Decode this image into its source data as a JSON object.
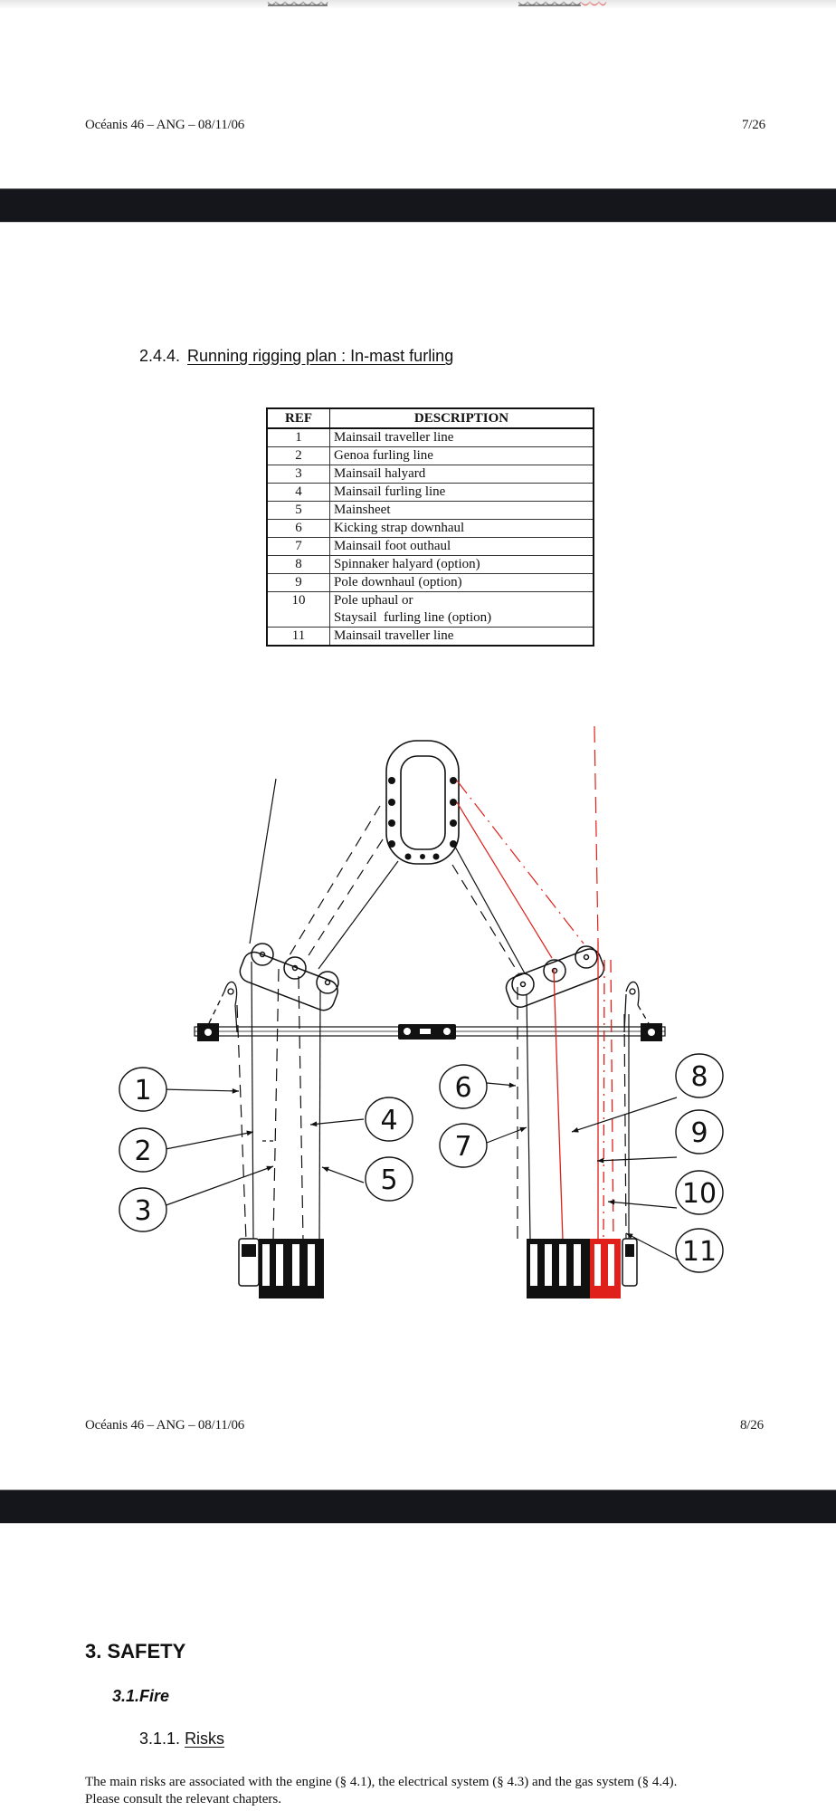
{
  "document": {
    "pages": [
      {
        "footer": {
          "left": "Océanis 46 – ANG – 08/11/06",
          "right": "7/26"
        }
      },
      {
        "section": {
          "number": "2.4.4.",
          "title": "Running rigging plan : In-mast furling"
        },
        "table": {
          "headers": {
            "ref": "REF",
            "description": "DESCRIPTION"
          },
          "rows": [
            {
              "ref": "1",
              "description": "Mainsail traveller line"
            },
            {
              "ref": "2",
              "description": "Genoa furling line"
            },
            {
              "ref": "3",
              "description": "Mainsail halyard"
            },
            {
              "ref": "4",
              "description": "Mainsail furling line"
            },
            {
              "ref": "5",
              "description": "Mainsheet"
            },
            {
              "ref": "6",
              "description": "Kicking strap downhaul"
            },
            {
              "ref": "7",
              "description": "Mainsail foot outhaul"
            },
            {
              "ref": "8",
              "description": "Spinnaker halyard (option)"
            },
            {
              "ref": "9",
              "description": "Pole downhaul (option)"
            },
            {
              "ref": "10",
              "description": "Pole uphaul or",
              "description_line2": "Staysail  furling line (option)"
            },
            {
              "ref": "11",
              "description": "Mainsail traveller line"
            }
          ]
        },
        "diagram": {
          "title": "Running rigging plan diagram",
          "callouts": [
            "1",
            "2",
            "3",
            "4",
            "5",
            "6",
            "7",
            "8",
            "9",
            "10",
            "11"
          ],
          "colors": {
            "line": "#111111",
            "optional_line": "#e0201a"
          }
        },
        "footer": {
          "left": "Océanis 46 – ANG – 08/11/06",
          "right": "8/26"
        }
      },
      {
        "chapter": {
          "number": "3.",
          "title": "SAFETY"
        },
        "subsection": {
          "number": "3.1.",
          "title": "Fire"
        },
        "subsubsection": {
          "number": "3.1.1.",
          "title": "Risks"
        },
        "paragraph": {
          "line1": "The main risks are associated with the engine (§ 4.1), the electrical system (§ 4.3) and the gas system (§ 4.4).",
          "line2": "Please consult the relevant chapters."
        }
      }
    ],
    "colors": {
      "page_separator": "#15161b",
      "page_background": "#ffffff"
    }
  }
}
